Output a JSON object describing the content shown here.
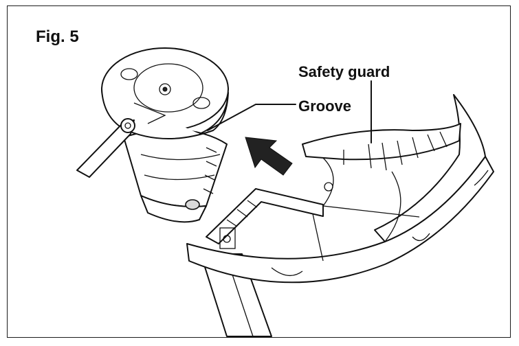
{
  "figure": {
    "title": "Fig. 5",
    "callouts": {
      "safety_guard": "Safety guard",
      "groove": "Groove"
    },
    "icons": [
      "motor-head-icon",
      "safety-guard-icon",
      "direction-arrow-icon",
      "shaft-icon"
    ]
  }
}
